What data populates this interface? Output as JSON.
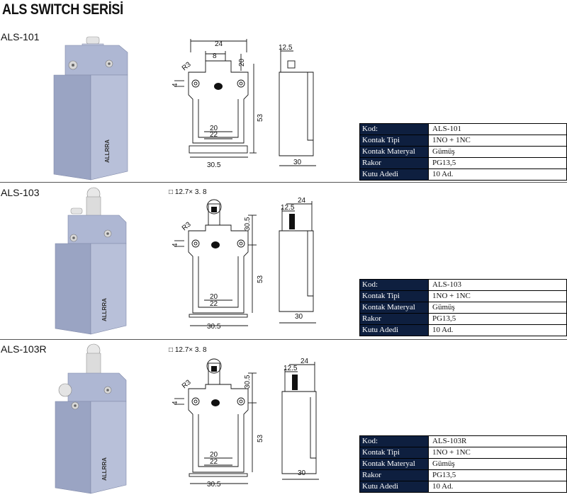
{
  "page": {
    "title": "ALS SWITCH SERİSİ"
  },
  "spec_keys": {
    "kod": "Kod:",
    "kontak_tipi": "Kontak Tipi",
    "kontak_materyal": "Kontak Materyal",
    "rakor": "Rakor",
    "kutu_adedi": "Kutu Adedi"
  },
  "products": [
    {
      "model": "ALS-101",
      "brand": "ALLRRA",
      "spec": {
        "kod": "ALS-101",
        "kontak_tipi": "1NO  + 1NC",
        "kontak_materyal": "Gümüş",
        "rakor": "PG13,5",
        "kutu_adedi": "10 Ad."
      },
      "dims": {
        "top_width": "24",
        "inner_top": "8",
        "cap_height": "20",
        "radius": "R3",
        "hole": "4",
        "body_height": "53",
        "inner_w1": "20",
        "inner_w2": "22",
        "base_width": "30.5",
        "side_top": "12.5",
        "side_width": "30"
      }
    },
    {
      "model": "ALS-103",
      "brand": "ALLRRA",
      "spec": {
        "kod": "ALS-103",
        "kontak_tipi": "1NO  + 1NC",
        "kontak_materyal": "Gümüş",
        "rakor": "PG13,5",
        "kutu_adedi": "10 Ad."
      },
      "dims": {
        "roller": "□ 12.7× 3. 8",
        "cap_height": "30.5",
        "radius": "R3",
        "hole": "4",
        "body_height": "53",
        "inner_w1": "20",
        "inner_w2": "22",
        "base_width": "30.5",
        "side_top_w": "24",
        "side_top": "12.5",
        "side_width": "30"
      }
    },
    {
      "model": "ALS-103R",
      "brand": "ALLRRA",
      "spec": {
        "kod": "ALS-103R",
        "kontak_tipi": "1NO  + 1NC",
        "kontak_materyal": "Gümüş",
        "rakor": "PG13,5",
        "kutu_adedi": "10 Ad."
      },
      "dims": {
        "roller": "□ 12.7× 3. 8",
        "cap_height": "30.5",
        "radius": "R3",
        "hole": "4",
        "body_height": "53",
        "inner_w1": "20",
        "inner_w2": "22",
        "base_width": "30.5",
        "side_top_w": "24",
        "side_top": "12.5",
        "side_width": "30"
      }
    }
  ],
  "colors": {
    "table_header": "#0e1f3f",
    "switch_body": "#a9b3cf",
    "switch_dark": "#8590b1"
  }
}
